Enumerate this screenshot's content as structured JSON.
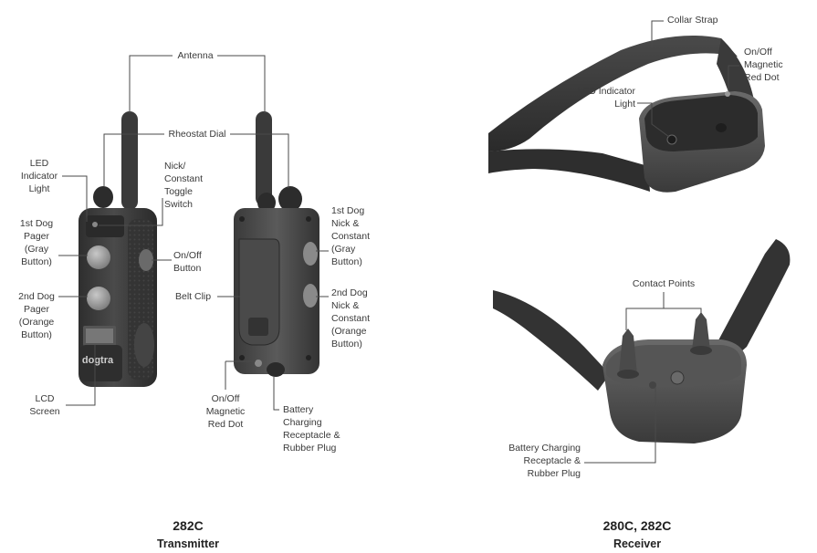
{
  "labels": {
    "antenna": "Antenna",
    "rheostat_dial": "Rheostat Dial",
    "led_indicator_tx": "LED\nIndicator\nLight",
    "nick_constant_toggle": "Nick/\nConstant\nToggle\nSwitch",
    "first_dog_pager": "1st Dog\nPager\n(Gray\nButton)",
    "second_dog_pager": "2nd Dog\nPager\n(Orange\nButton)",
    "on_off_button": "On/Off\nButton",
    "belt_clip": "Belt Clip",
    "first_dog_nick": "1st Dog\nNick &\nConstant\n(Gray\nButton)",
    "second_dog_nick": "2nd Dog\nNick &\nConstant\n(Orange\nButton)",
    "lcd_screen": "LCD\nScreen",
    "on_off_magnetic_tx": "On/Off\nMagnetic\nRed Dot",
    "battery_charging_tx": "Battery\nCharging\nReceptacle &\nRubber Plug",
    "collar_strap": "Collar Strap",
    "on_off_magnetic_rx": "On/Off\nMagnetic\nRed Dot",
    "led_indicator_rx": "LED Indicator\nLight",
    "contact_points": "Contact Points",
    "battery_charging_rx": "Battery Charging\nReceptacle &\nRubber Plug"
  },
  "captions": {
    "transmitter_model": "282C",
    "transmitter_name": "Transmitter",
    "receiver_model": "280C, 282C",
    "receiver_name": "Receiver"
  },
  "device": {
    "brand_text": "dogtra"
  },
  "colors": {
    "body_dark": "#3d3d3d",
    "body_mid": "#5a5a5a",
    "button_gray": "#9a9a9a",
    "leader_line": "#4a4a4a"
  }
}
